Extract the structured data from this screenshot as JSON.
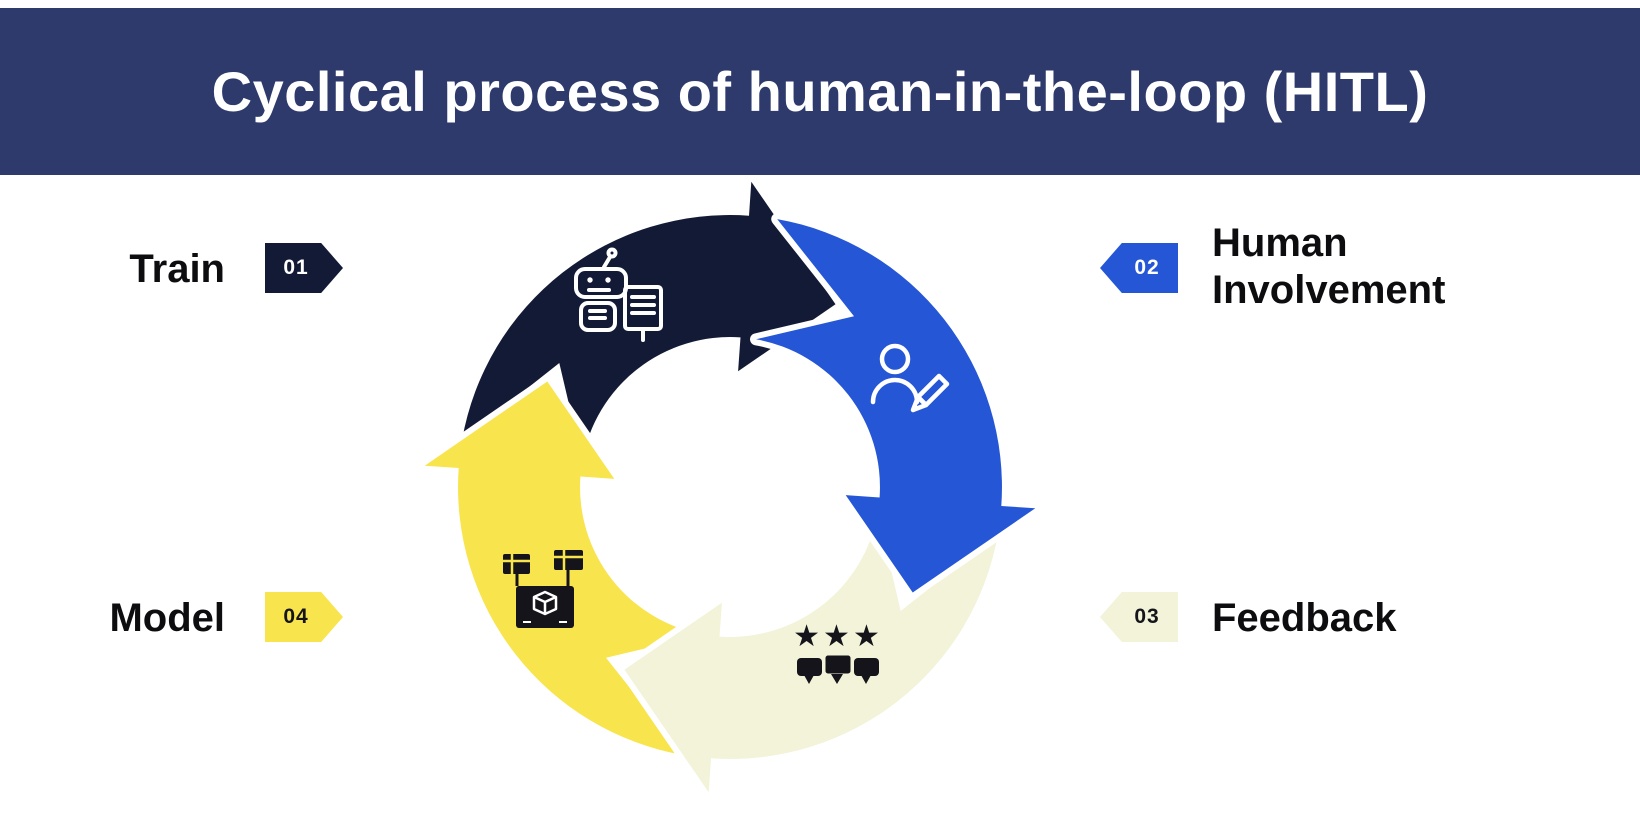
{
  "title": "Cyclical process of human-in-the-loop (HITL)",
  "colors": {
    "header_bg": "#2d3a6b",
    "page_bg": "#ffffff",
    "ring": "#e7e8ec",
    "label_text": "#0d0d10"
  },
  "steps": [
    {
      "num": "01",
      "label": "Train",
      "color": "#131a36",
      "num_color": "#ffffff"
    },
    {
      "num": "02",
      "label": "Human Involvement",
      "color": "#2456d6",
      "num_color": "#ffffff"
    },
    {
      "num": "03",
      "label": "Feedback",
      "color": "#f2f3d8",
      "num_color": "#14141a"
    },
    {
      "num": "04",
      "label": "Model",
      "color": "#f8e44c",
      "num_color": "#14141a"
    }
  ],
  "icons": {
    "train": "robot-training-icon",
    "human_involvement": "human-edit-icon",
    "feedback": "rating-chat-icon",
    "model": "model-data-icon",
    "stars_glyph": "★★★"
  }
}
